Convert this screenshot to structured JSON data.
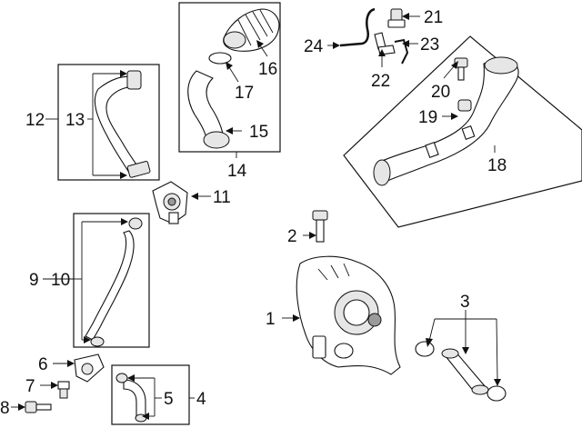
{
  "labels": {
    "c1": "1",
    "c2": "2",
    "c3": "3",
    "c4": "4",
    "c5": "5",
    "c6": "6",
    "c7": "7",
    "c8": "8",
    "c9": "9",
    "c10": "10",
    "c11": "11",
    "c12": "12",
    "c13": "13",
    "c14": "14",
    "c15": "15",
    "c16": "16",
    "c17": "17",
    "c18": "18",
    "c19": "19",
    "c20": "20",
    "c21": "21",
    "c22": "22",
    "c23": "23",
    "c24": "24"
  }
}
